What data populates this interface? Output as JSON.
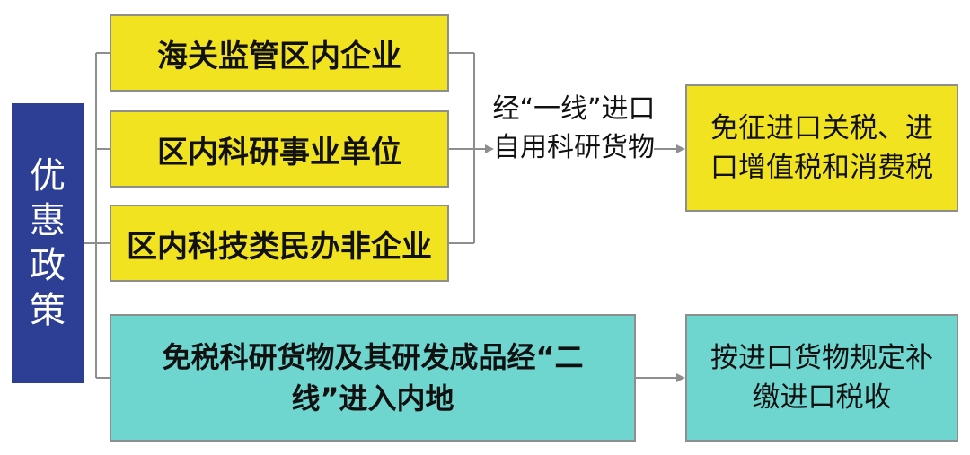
{
  "left_label": "优惠政策",
  "entities": [
    "海关监管区内企业",
    "区内科研事业单位",
    "区内科技类民办非企业"
  ],
  "middle_label": "经“一线”进口自用科研货物",
  "result_top": "免征进口关税、进口增值税和消费税",
  "bottom_box": "免税科研货物及其研发成品经“二线”进入内地",
  "result_bottom": "按进口货物规定补缴进口税收",
  "colors": {
    "left_box": "#2d3e95",
    "yellow": "#f2e320",
    "cyan": "#6fd6cf",
    "connector": "#8e8e8e"
  }
}
